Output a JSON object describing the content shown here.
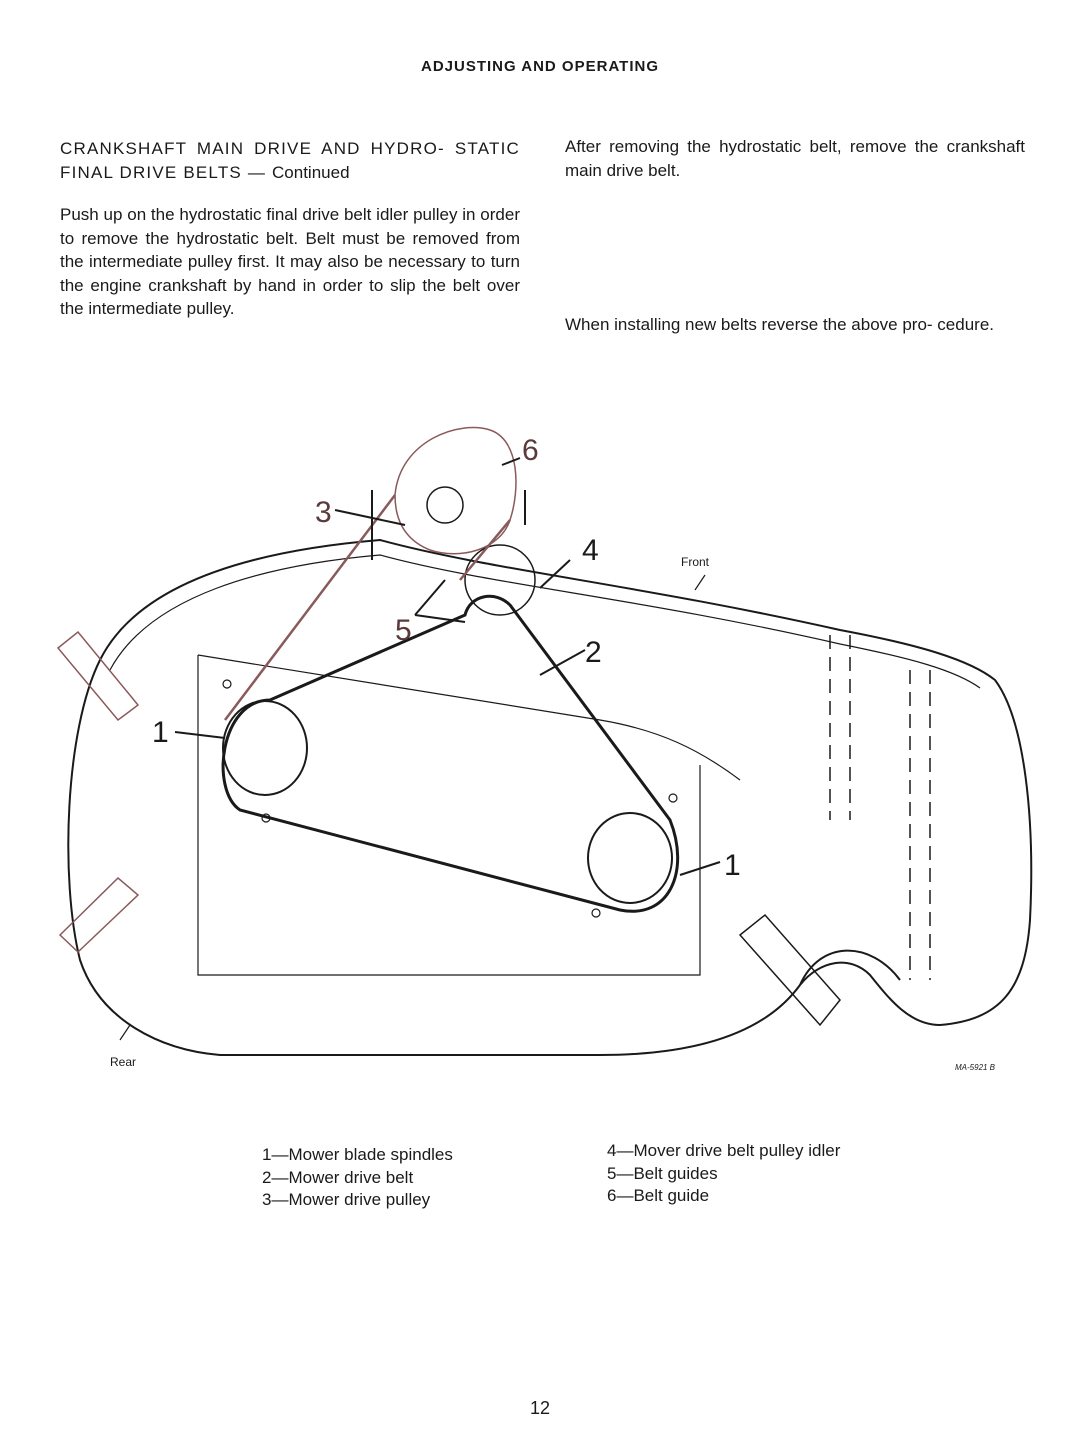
{
  "header": {
    "title": "ADJUSTING AND OPERATING"
  },
  "section": {
    "title": "CRANKSHAFT MAIN DRIVE AND HYDRO- STATIC FINAL DRIVE BELTS —",
    "title_suffix": "Continued",
    "para1": "Push up on the hydrostatic final drive belt idler pulley in order to remove the hydrostatic belt. Belt must be removed from the intermediate pulley first. It may also be necessary to turn the engine crankshaft by hand in order to slip the belt over the intermediate pulley.",
    "para2": "After removing the hydrostatic belt, remove the crankshaft main drive belt.",
    "para3": "When installing new belts reverse the above pro- cedure."
  },
  "figure": {
    "callouts": {
      "c1a": "1",
      "c1b": "1",
      "c2": "2",
      "c3": "3",
      "c4": "4",
      "c5": "5",
      "c6": "6"
    },
    "front_label": "Front",
    "rear_label": "Rear",
    "figure_id": "MA-5921 B",
    "legend_left": [
      "1—Mower blade spindles",
      "2—Mower drive belt",
      "3—Mower drive pulley"
    ],
    "legend_right": [
      "4—Mover drive belt pulley idler",
      "5—Belt guides",
      "6—Belt guide"
    ]
  },
  "page_number": "12"
}
